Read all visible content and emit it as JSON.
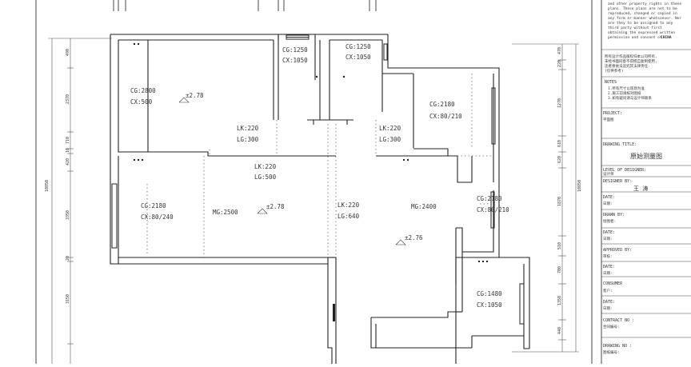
{
  "title_block": {
    "notes": [
      "and other property rights in these",
      "plans. These plans are not to be",
      "reproduced, changed or copied in",
      "any form or manner whatsoever. Nor",
      "are they to be assigned to any",
      "third party without first",
      "obtaining the expressed written",
      "permission and consent of"
    ],
    "notes_brand": "CHINA",
    "notes_cn": [
      "所有设计作品版权归本公司所有,",
      "未经书面同意不得擅自复制使用,",
      "违者将依法追究其法律责任.",
      "(仅供参考)"
    ],
    "notes_label": "NOTES",
    "notes_items": [
      "1.所有尺寸以现场为准",
      "2.施工前请核对图纸",
      "3.如有疑问请与设计师联系"
    ],
    "project_label": "PROJECT:",
    "project_value": "平面图",
    "drawing_title_label": "DRAWING TITLE:",
    "drawing_title_value": "原始测量图",
    "level_label": "LEVEL OF DESIGNER:",
    "level_value": "设计师",
    "designer_label": "DESIGNER BY:",
    "designer_value": "王  涛",
    "date_label": "DATE:",
    "date_value": "日期:",
    "drawn_label": "DRAWN BY:",
    "drawn_value": "绘图者:",
    "date2_label": "DATE:",
    "date2_value": "日期:",
    "approved_label": "APPROVED BY:",
    "approved_value": "审核:",
    "date3_label": "DATE:",
    "date3_value": "日期:",
    "consumer_label": "CONSUMER",
    "consumer_value": "客户:",
    "date4_label": "DATE:",
    "date4_value": "日期:",
    "contract_label": "CONTRACT NO :",
    "contract_value": "合同编号:",
    "drawing_no_label": "DRAWING NO :",
    "drawing_no_value": "图纸编号:"
  },
  "rooms": {
    "tl_cg": "CG:2800",
    "tl_cx": "CX:500",
    "tl_level": "±2.78",
    "top_cg": "CG:1250",
    "top_cx": "CX:1050",
    "top2_cg": "CG:1250",
    "top2_cx": "CX:1050",
    "tr_cg": "CG:2180",
    "tr_cx": "CX:80/210",
    "lk1": "LK:220",
    "lg1": "LG:300",
    "lk2": "LK:220",
    "lg2": "LG:300",
    "lk3": "LK:220",
    "lg3": "LG:500",
    "l_cg": "CG:2180",
    "l_cx": "CX:80/240",
    "l_mg": "MG:2500",
    "l_level": "±2.78",
    "c_lk": "LK:220",
    "c_lg": "LG:640",
    "c_mg": "MG:2400",
    "c_level": "±2.76",
    "r_cg": "CG:2180",
    "r_cx": "CX:80/210",
    "br_cg": "CG:1480",
    "br_cx": "CX:1050"
  },
  "dimensions": {
    "left_total": "10850",
    "left_segments": [
      "490",
      "2370",
      "710",
      "10",
      "420",
      "3350",
      "20",
      "3150"
    ],
    "right_total": "10850",
    "right_segments": [
      "470",
      "220",
      "1270",
      "610",
      "620",
      "1870",
      "510",
      "700",
      "1350",
      "440"
    ]
  }
}
